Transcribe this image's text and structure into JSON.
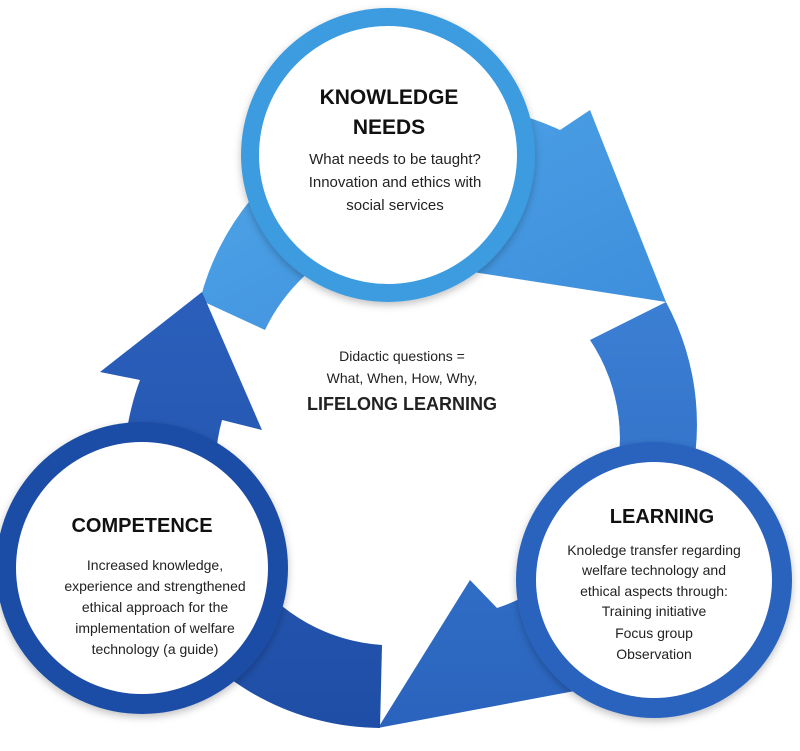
{
  "center": {
    "line1": "Didactic questions =",
    "line2": "What, When, How, Why,",
    "line3": "LIFELONG LEARNING"
  },
  "nodes": {
    "knowledge_needs": {
      "title_line1": "KNOWLEDGE",
      "title_line2": "NEEDS",
      "lines": [
        "What needs to be taught?",
        "Innovation  and ethics with",
        "social services"
      ]
    },
    "learning": {
      "title": "LEARNING",
      "lines": [
        "Knoledge transfer regarding",
        "welfare technology and",
        "ethical aspects through:",
        "Training initiative",
        "Focus group",
        "Observation"
      ]
    },
    "competence": {
      "title": "COMPETENCE",
      "lines": [
        "Increased knowledge,",
        "experience and strengthened",
        "ethical approach for the",
        "implementation of welfare",
        "technology (a guide)"
      ]
    }
  },
  "colors": {
    "arrow_light": "#5aa9e6",
    "arrow_mid": "#2f6fc6",
    "arrow_dark": "#1f4fa8",
    "circle_ring_light": "#3f9ce0",
    "circle_ring_dark": "#1d4ca6"
  }
}
